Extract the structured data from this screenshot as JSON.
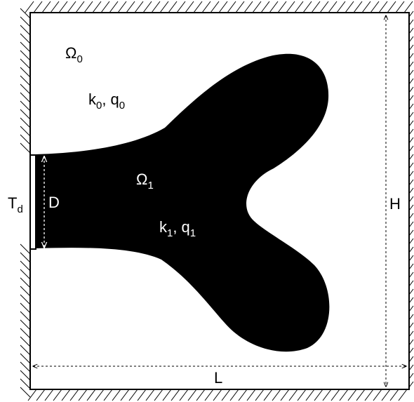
{
  "labels": {
    "omega0": {
      "base": "Ω",
      "sub": "0"
    },
    "k0": {
      "base": "k",
      "sub": "0"
    },
    "q0": {
      "base": "q",
      "sub": "0"
    },
    "omega1": {
      "base": "Ω",
      "sub": "1"
    },
    "k1": {
      "base": "k",
      "sub": "1"
    },
    "q1": {
      "base": "q",
      "sub": "1"
    },
    "separator": ",",
    "td": {
      "base": "T",
      "sub": "d"
    },
    "d": "D",
    "h": "H",
    "l": "L"
  },
  "colors": {
    "conductor": "#000000",
    "domain_background": "#ffffff",
    "walls": "#000000"
  }
}
